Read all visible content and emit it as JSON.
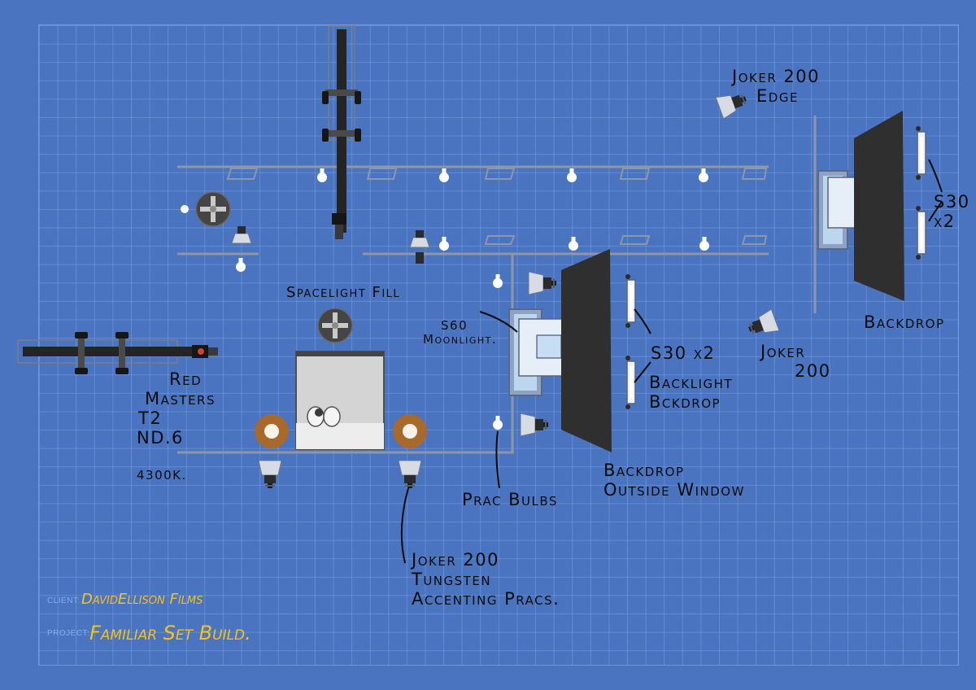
{
  "labels": {
    "joker_edge_1": "Joker 200",
    "joker_edge_2": "Edge",
    "s30_right_1": "S30",
    "s30_right_2": "x2",
    "backdrop_right": "Backdrop",
    "joker_mid_1": "Joker",
    "joker_mid_2": "200",
    "spacelight": "Spacelight Fill",
    "s60_1": "S60",
    "s60_2": "Moonlight.",
    "s30_center": "S30 x2",
    "backlight_1": "Backlight",
    "backlight_2": "Bckdrop",
    "red_1": "Red",
    "red_2": "Masters",
    "red_3": "T2",
    "red_4": "ND.6",
    "red_5": "4300K.",
    "backdrop_window_1": "Backdrop",
    "backdrop_window_2": "Outside Window",
    "prac_bulbs": "Prac Bulbs",
    "joker_tungsten_1": "Joker 200",
    "joker_tungsten_2": "Tungsten",
    "joker_tungsten_3": "Accenting Pracs."
  },
  "meta": {
    "client_label": "CLIENT:",
    "client_value": "DavidEllison Films",
    "project_label": "PROJECT:",
    "project_value": "Familiar Set Build."
  },
  "colors": {
    "background": "#4a73c0",
    "grid": "#78a0e1",
    "wall": "#8d97a8",
    "backdrop": "#2f2f2f",
    "handwriting": "#0c0c0c",
    "meta_value": "#f3c316",
    "meta_label": "#7fb0ee",
    "lamp_shade": "#a86a2c"
  }
}
